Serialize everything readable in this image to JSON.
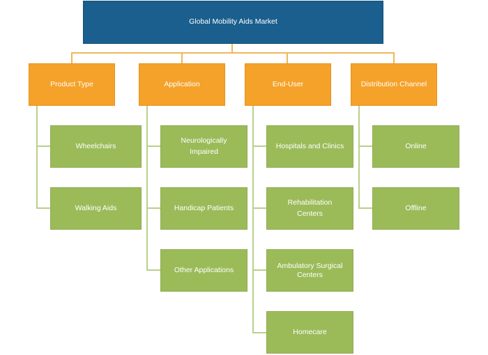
{
  "root": {
    "label": "Global Mobility Aids Market"
  },
  "categories": [
    {
      "label": "Product Type",
      "items": [
        {
          "label": "Wheelchairs"
        },
        {
          "label": "Walking Aids"
        }
      ]
    },
    {
      "label": "Application",
      "items": [
        {
          "label": "Neurologically Impaired"
        },
        {
          "label": "Handicap Patients"
        },
        {
          "label": "Other Applications"
        }
      ]
    },
    {
      "label": "End-User",
      "items": [
        {
          "label": "Hospitals and Clinics"
        },
        {
          "label": "Rehabilitation Centers"
        },
        {
          "label": "Ambulatory Surgical Centers"
        },
        {
          "label": "Homecare"
        }
      ]
    },
    {
      "label": "Distribution Channel",
      "items": [
        {
          "label": "Online"
        },
        {
          "label": "Offline"
        }
      ]
    }
  ],
  "colors": {
    "root": "#1a5f8d",
    "category": "#f5a22a",
    "leaf": "#9bbb59",
    "connector": "#f0b65a"
  }
}
